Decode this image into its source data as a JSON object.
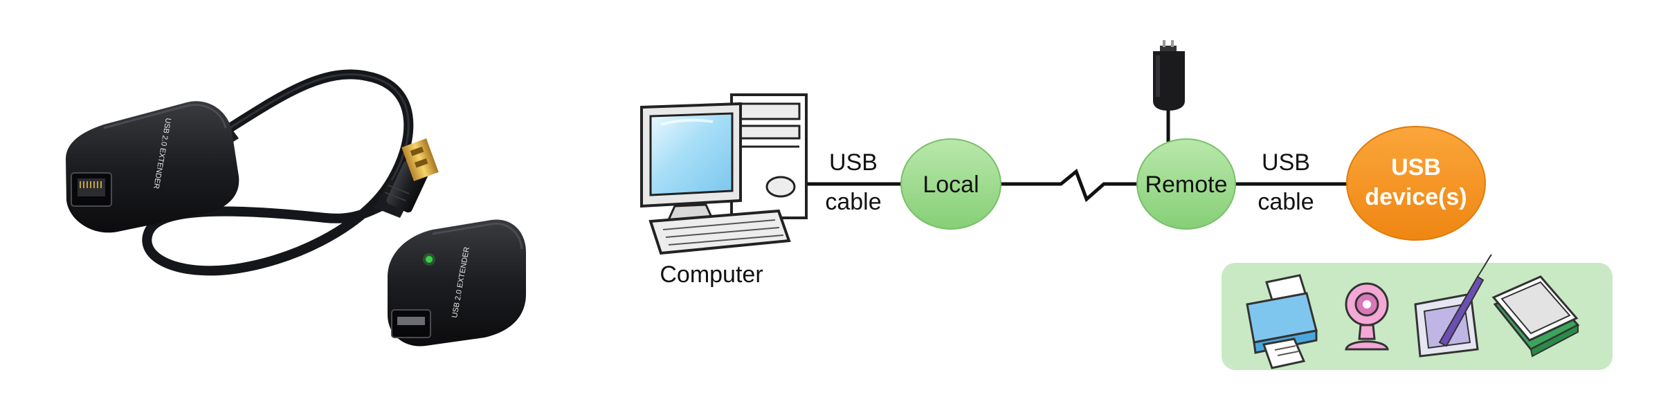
{
  "diagram": {
    "computer_label": "Computer",
    "local_cable": {
      "line1": "USB",
      "line2": "cable"
    },
    "local_node": {
      "label": "Local",
      "color": "#9bd88a"
    },
    "remote_node": {
      "label": "Remote",
      "color": "#9bd88a"
    },
    "remote_cable": {
      "line1": "USB",
      "line2": "cable"
    },
    "device_node": {
      "line1": "USB",
      "line2": "device(s)",
      "color": "#f7941d"
    },
    "devices_panel_color": "#c8e9c4",
    "device_icons": [
      "printer-icon",
      "webcam-icon",
      "drawing-tablet-icon",
      "scanner-icon"
    ]
  },
  "product_photo": {
    "local_unit_print": "USB 2.0 EXTENDER",
    "remote_unit_print": "USB 2.0 EXTENDER",
    "color": "#1c1d20"
  }
}
